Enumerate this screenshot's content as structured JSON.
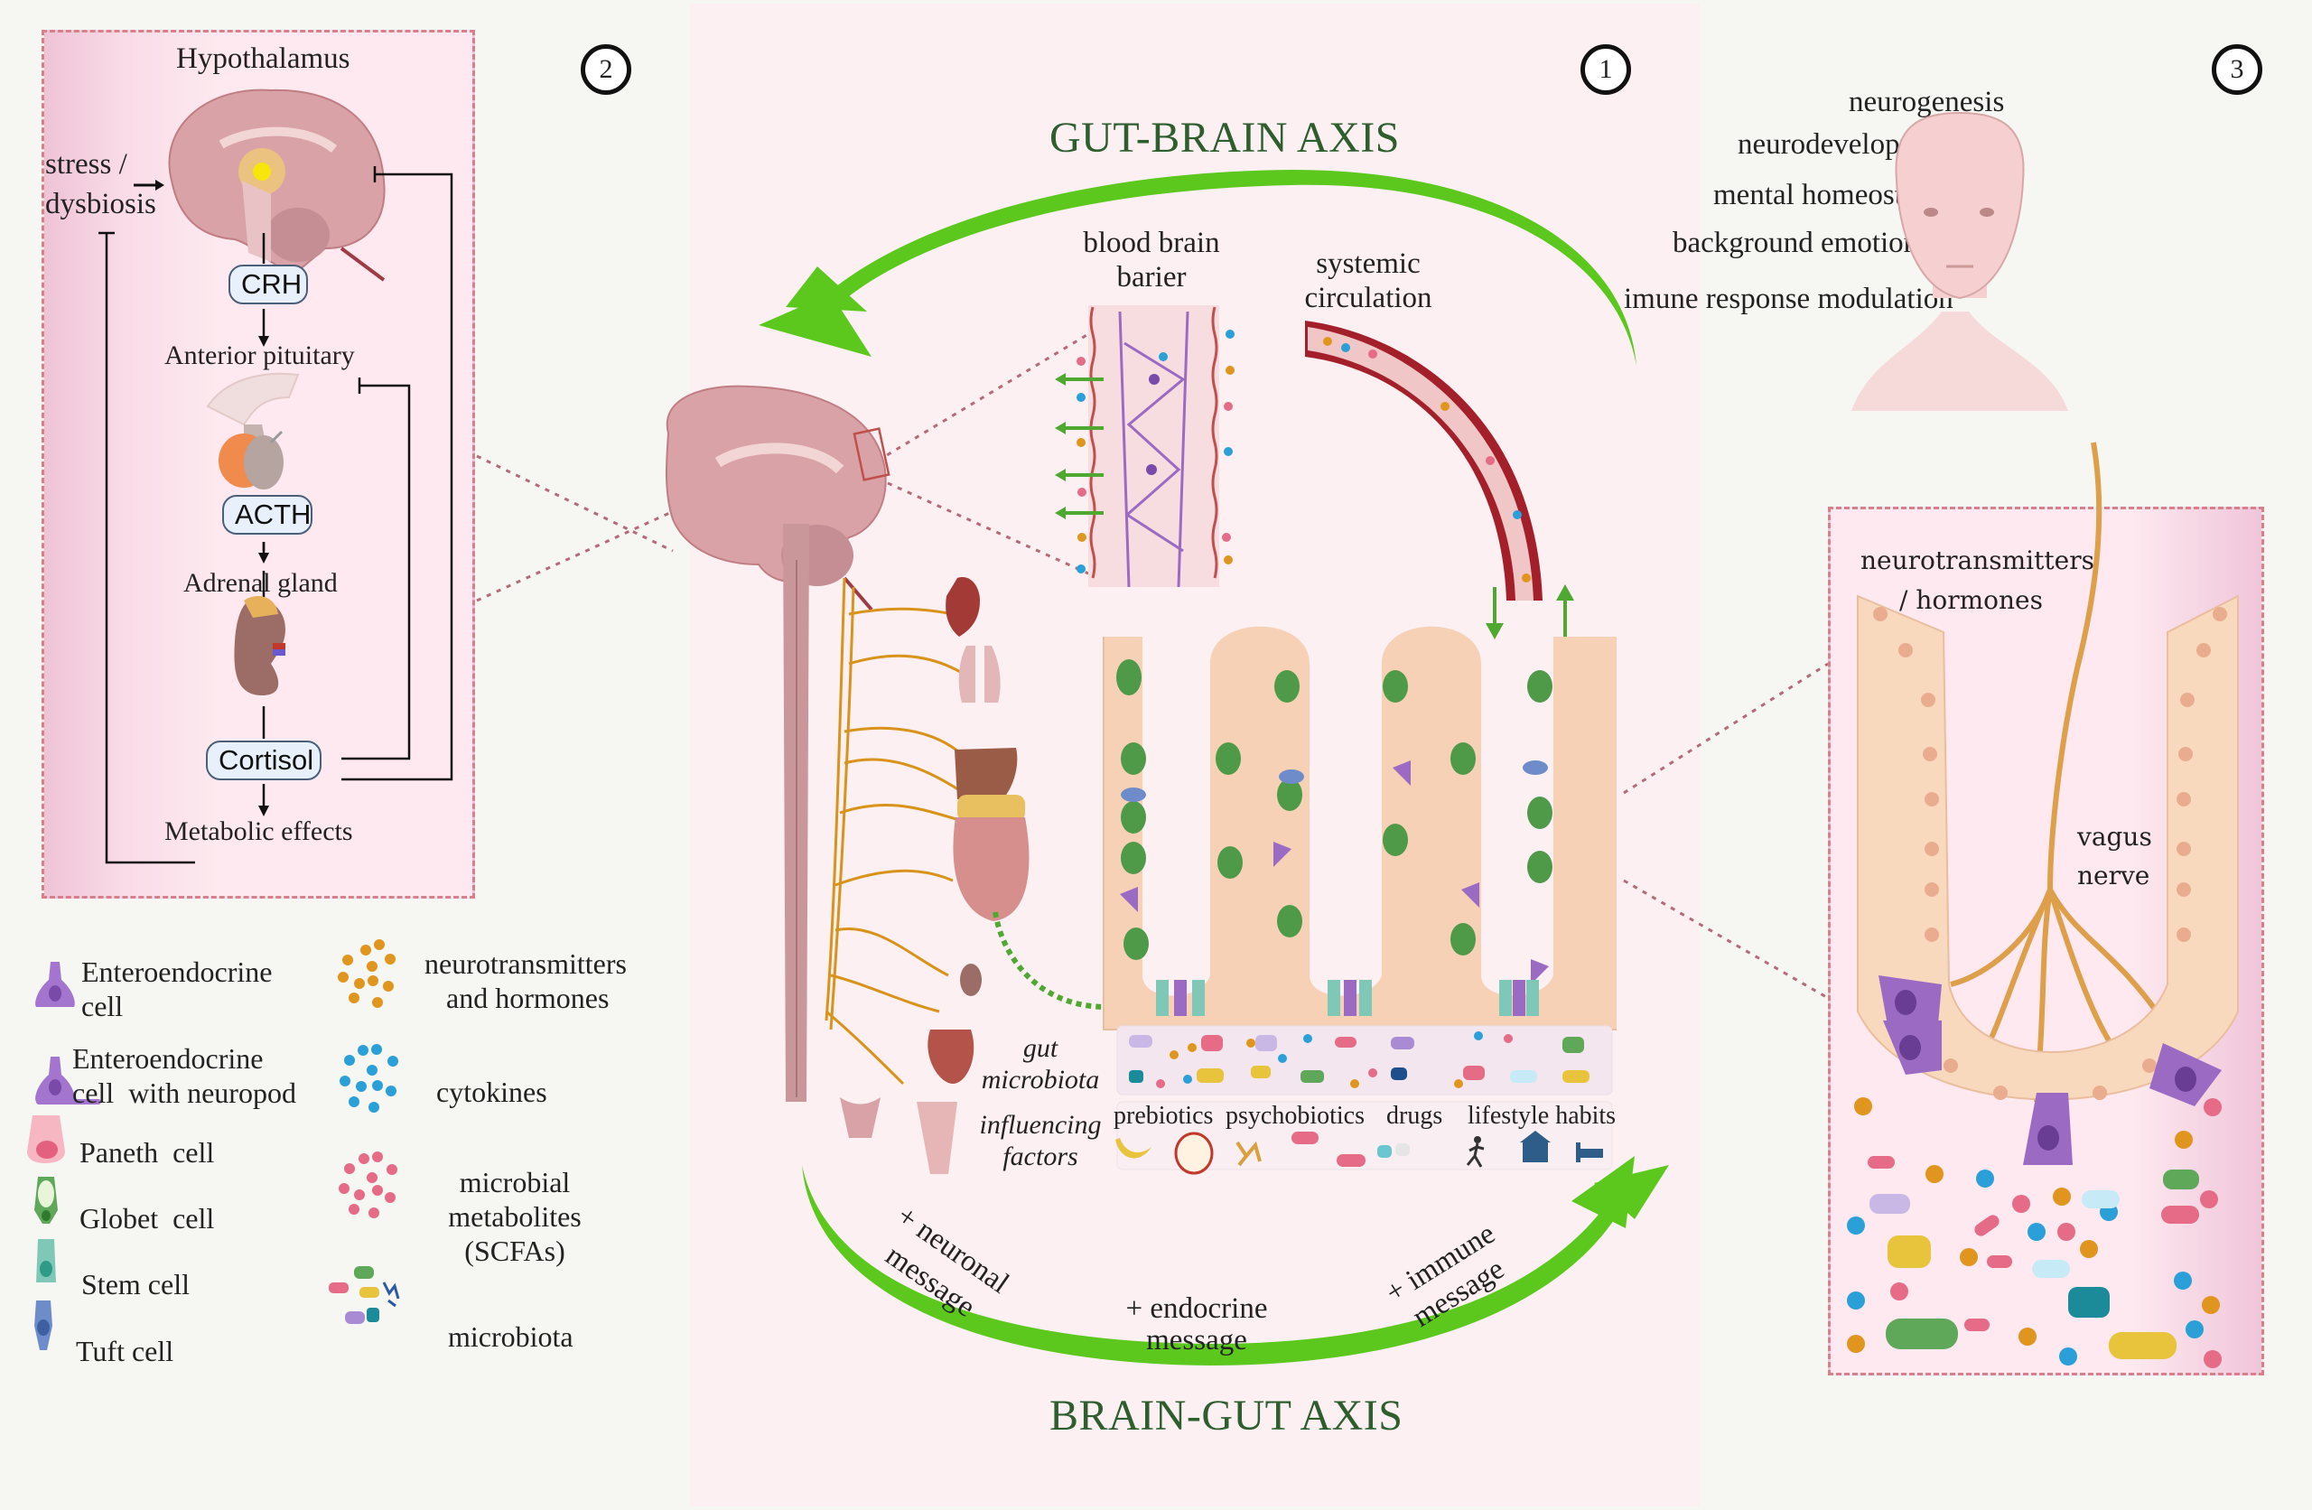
{
  "figure": {
    "panel_badges": [
      "1",
      "2",
      "3"
    ],
    "accent_colors": {
      "axis_arrow_green": "#5cc81e",
      "axis_title_green": "#2e5e2e",
      "panel_dash_pink": "#d77f8a",
      "center_panel_bg": "#fcf0f3",
      "hormone_box_bg": "#e8f1fb",
      "nerve_orange": "#d9931a"
    }
  },
  "center_panel": {
    "badge": "1",
    "top_title": "GUT-BRAIN AXIS",
    "bottom_title": "BRAIN-GUT AXIS",
    "bbb_label": [
      "blood brain",
      "barier"
    ],
    "circulation_label": [
      "systemic",
      "circulation"
    ],
    "gut_microbiota_label": [
      "gut",
      "microbiota"
    ],
    "influencing_label": [
      "influencing",
      "factors"
    ],
    "influencing_factors": [
      "prebiotics",
      "psychobiotics",
      "drugs",
      "lifestyle habits"
    ],
    "messages": {
      "neuronal": [
        "+ neuronal",
        "message"
      ],
      "endocrine": [
        "+ endocrine",
        "message"
      ],
      "immune": [
        "+ immune",
        "message"
      ]
    },
    "organs": [
      "brain",
      "spinal-cord",
      "heart",
      "lungs",
      "digestive-organs",
      "kidney",
      "bladder",
      "uterus",
      "male-reproductive"
    ]
  },
  "hpa_panel": {
    "badge": "2",
    "title": "Hypothalamus",
    "stress_label": [
      "stress /",
      "dysbiosis"
    ],
    "crh": "CRH",
    "pituitary": "Anterior pituitary",
    "acth": "ACTH",
    "adrenal": "Adrenal gland",
    "cortisol": "Cortisol",
    "effects": "Metabolic effects"
  },
  "vagus_panel": {
    "badge": "3",
    "functions": [
      "neurogenesis",
      "neurodevelopment",
      "mental homeostasis",
      "background emotions",
      "imune response modulation"
    ],
    "nt_label": [
      "neurotransmitters",
      "/ hormones"
    ],
    "vagus_label": [
      "vagus",
      "nerve"
    ]
  },
  "legend": {
    "cells": [
      {
        "label": [
          "Enteroendocrine",
          "cell"
        ],
        "icon": "enteroendocrine-cell-icon",
        "color": "#9b6bc4"
      },
      {
        "label": [
          "Enteroendocrine",
          "cell  with neuropod"
        ],
        "icon": "enteroendocrine-neuropod-icon",
        "color": "#9b6bc4"
      },
      {
        "label": [
          "Paneth  cell"
        ],
        "icon": "paneth-cell-icon",
        "color": "#f3a0b1"
      },
      {
        "label": [
          "Globet  cell"
        ],
        "icon": "goblet-cell-icon",
        "color": "#5fa85a"
      },
      {
        "label": [
          "Stem cell"
        ],
        "icon": "stem-cell-icon",
        "color": "#7fc8b8"
      },
      {
        "label": [
          "Tuft cell"
        ],
        "icon": "tuft-cell-icon",
        "color": "#6d8cc9"
      }
    ],
    "molecules": [
      {
        "label": [
          "neurotransmitters",
          "and hormones"
        ],
        "icon": "neurotransmitter-dots-icon",
        "color": "#e0961e"
      },
      {
        "label": [
          "cytokines"
        ],
        "icon": "cytokine-dots-icon",
        "color": "#2a9fd8"
      },
      {
        "label": [
          "microbial",
          "metabolites",
          "(SCFAs)"
        ],
        "icon": "metabolite-dots-icon",
        "color": "#e56b87"
      },
      {
        "label": [
          "microbiota"
        ],
        "icon": "microbiota-icon",
        "color": "#5fa85a"
      }
    ]
  }
}
